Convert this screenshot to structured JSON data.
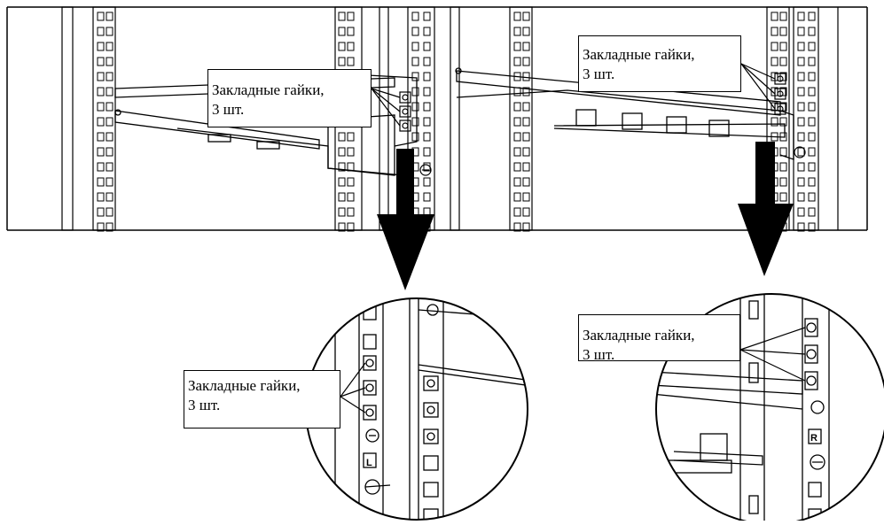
{
  "figure": {
    "callouts": {
      "top_left": {
        "line1": "Закладные гайки,",
        "line2": "3 шт."
      },
      "top_right": {
        "line1": "Закладные гайки,",
        "line2": "3 шт."
      },
      "bottom_left": {
        "line1": "Закладные гайки,",
        "line2": "3 шт."
      },
      "bottom_right": {
        "line1": "Закладные гайки,",
        "line2": "3 шт."
      }
    },
    "rack_labels": {
      "left": "L",
      "right": "R"
    },
    "colors": {
      "line": "#000000",
      "background": "#ffffff",
      "arrow": "#000000"
    }
  }
}
